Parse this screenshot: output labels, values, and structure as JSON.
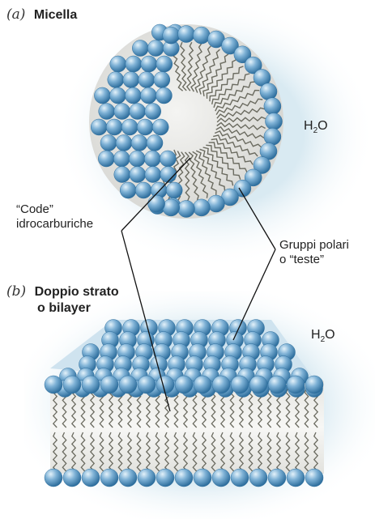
{
  "panel_a": {
    "letter": "(a)",
    "title": "Micella"
  },
  "panel_b": {
    "letter": "(b)",
    "title_line1": "Doppio strato",
    "title_line2": "o bilayer"
  },
  "water": {
    "main": "H",
    "sub": "2",
    "end": "O"
  },
  "labels": {
    "tails_line1": "“Code”",
    "tails_line2": "idrocarburiche",
    "heads_line1": "Gruppi polari",
    "heads_line2": "o “teste”"
  },
  "colors": {
    "background_glow": "#dcecf3",
    "head_light": "#d8ecf7",
    "head_mid": "#7fb2d6",
    "head_dark": "#2f6f9e",
    "tail": "#6b6b60",
    "leader_line": "#111111"
  }
}
